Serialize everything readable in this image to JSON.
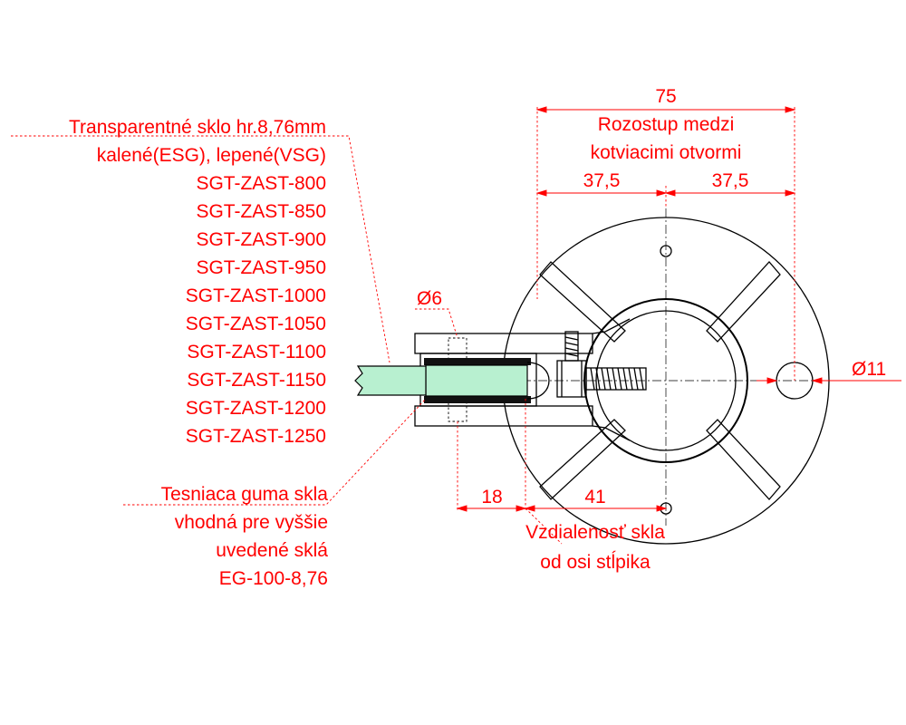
{
  "colors": {
    "annotation": "#ff0000",
    "outline": "#000000",
    "glass": "#b8f0d0",
    "gasket": "#111111"
  },
  "glass_label": {
    "line1": "Transparentné sklo hr.8,76mm",
    "line2": "kalené(ESG), lepené(VSG)",
    "models": [
      "SGT-ZAST-800",
      "SGT-ZAST-850",
      "SGT-ZAST-900",
      "SGT-ZAST-950",
      "SGT-ZAST-1000",
      "SGT-ZAST-1050",
      "SGT-ZAST-1100",
      "SGT-ZAST-1150",
      "SGT-ZAST-1200",
      "SGT-ZAST-1250"
    ]
  },
  "gasket_label": {
    "lines": [
      "Tesniaca guma skla",
      "vhodná pre vyššie",
      "uvedené sklá",
      "EG-100-8,76"
    ]
  },
  "dimensions": {
    "anchor_spacing_total": "75",
    "anchor_spacing_title_line1": "Rozostup medzi",
    "anchor_spacing_title_line2": "kotviacimi otvormi",
    "half_left": "37,5",
    "half_right": "37,5",
    "pin_diameter": "Ø6",
    "hole_diameter": "Ø11",
    "glass_offset": "18",
    "axis_offset": "41",
    "distance_title_line1": "Vzdialenosť skla",
    "distance_title_line2": "od osi stĺpika"
  }
}
